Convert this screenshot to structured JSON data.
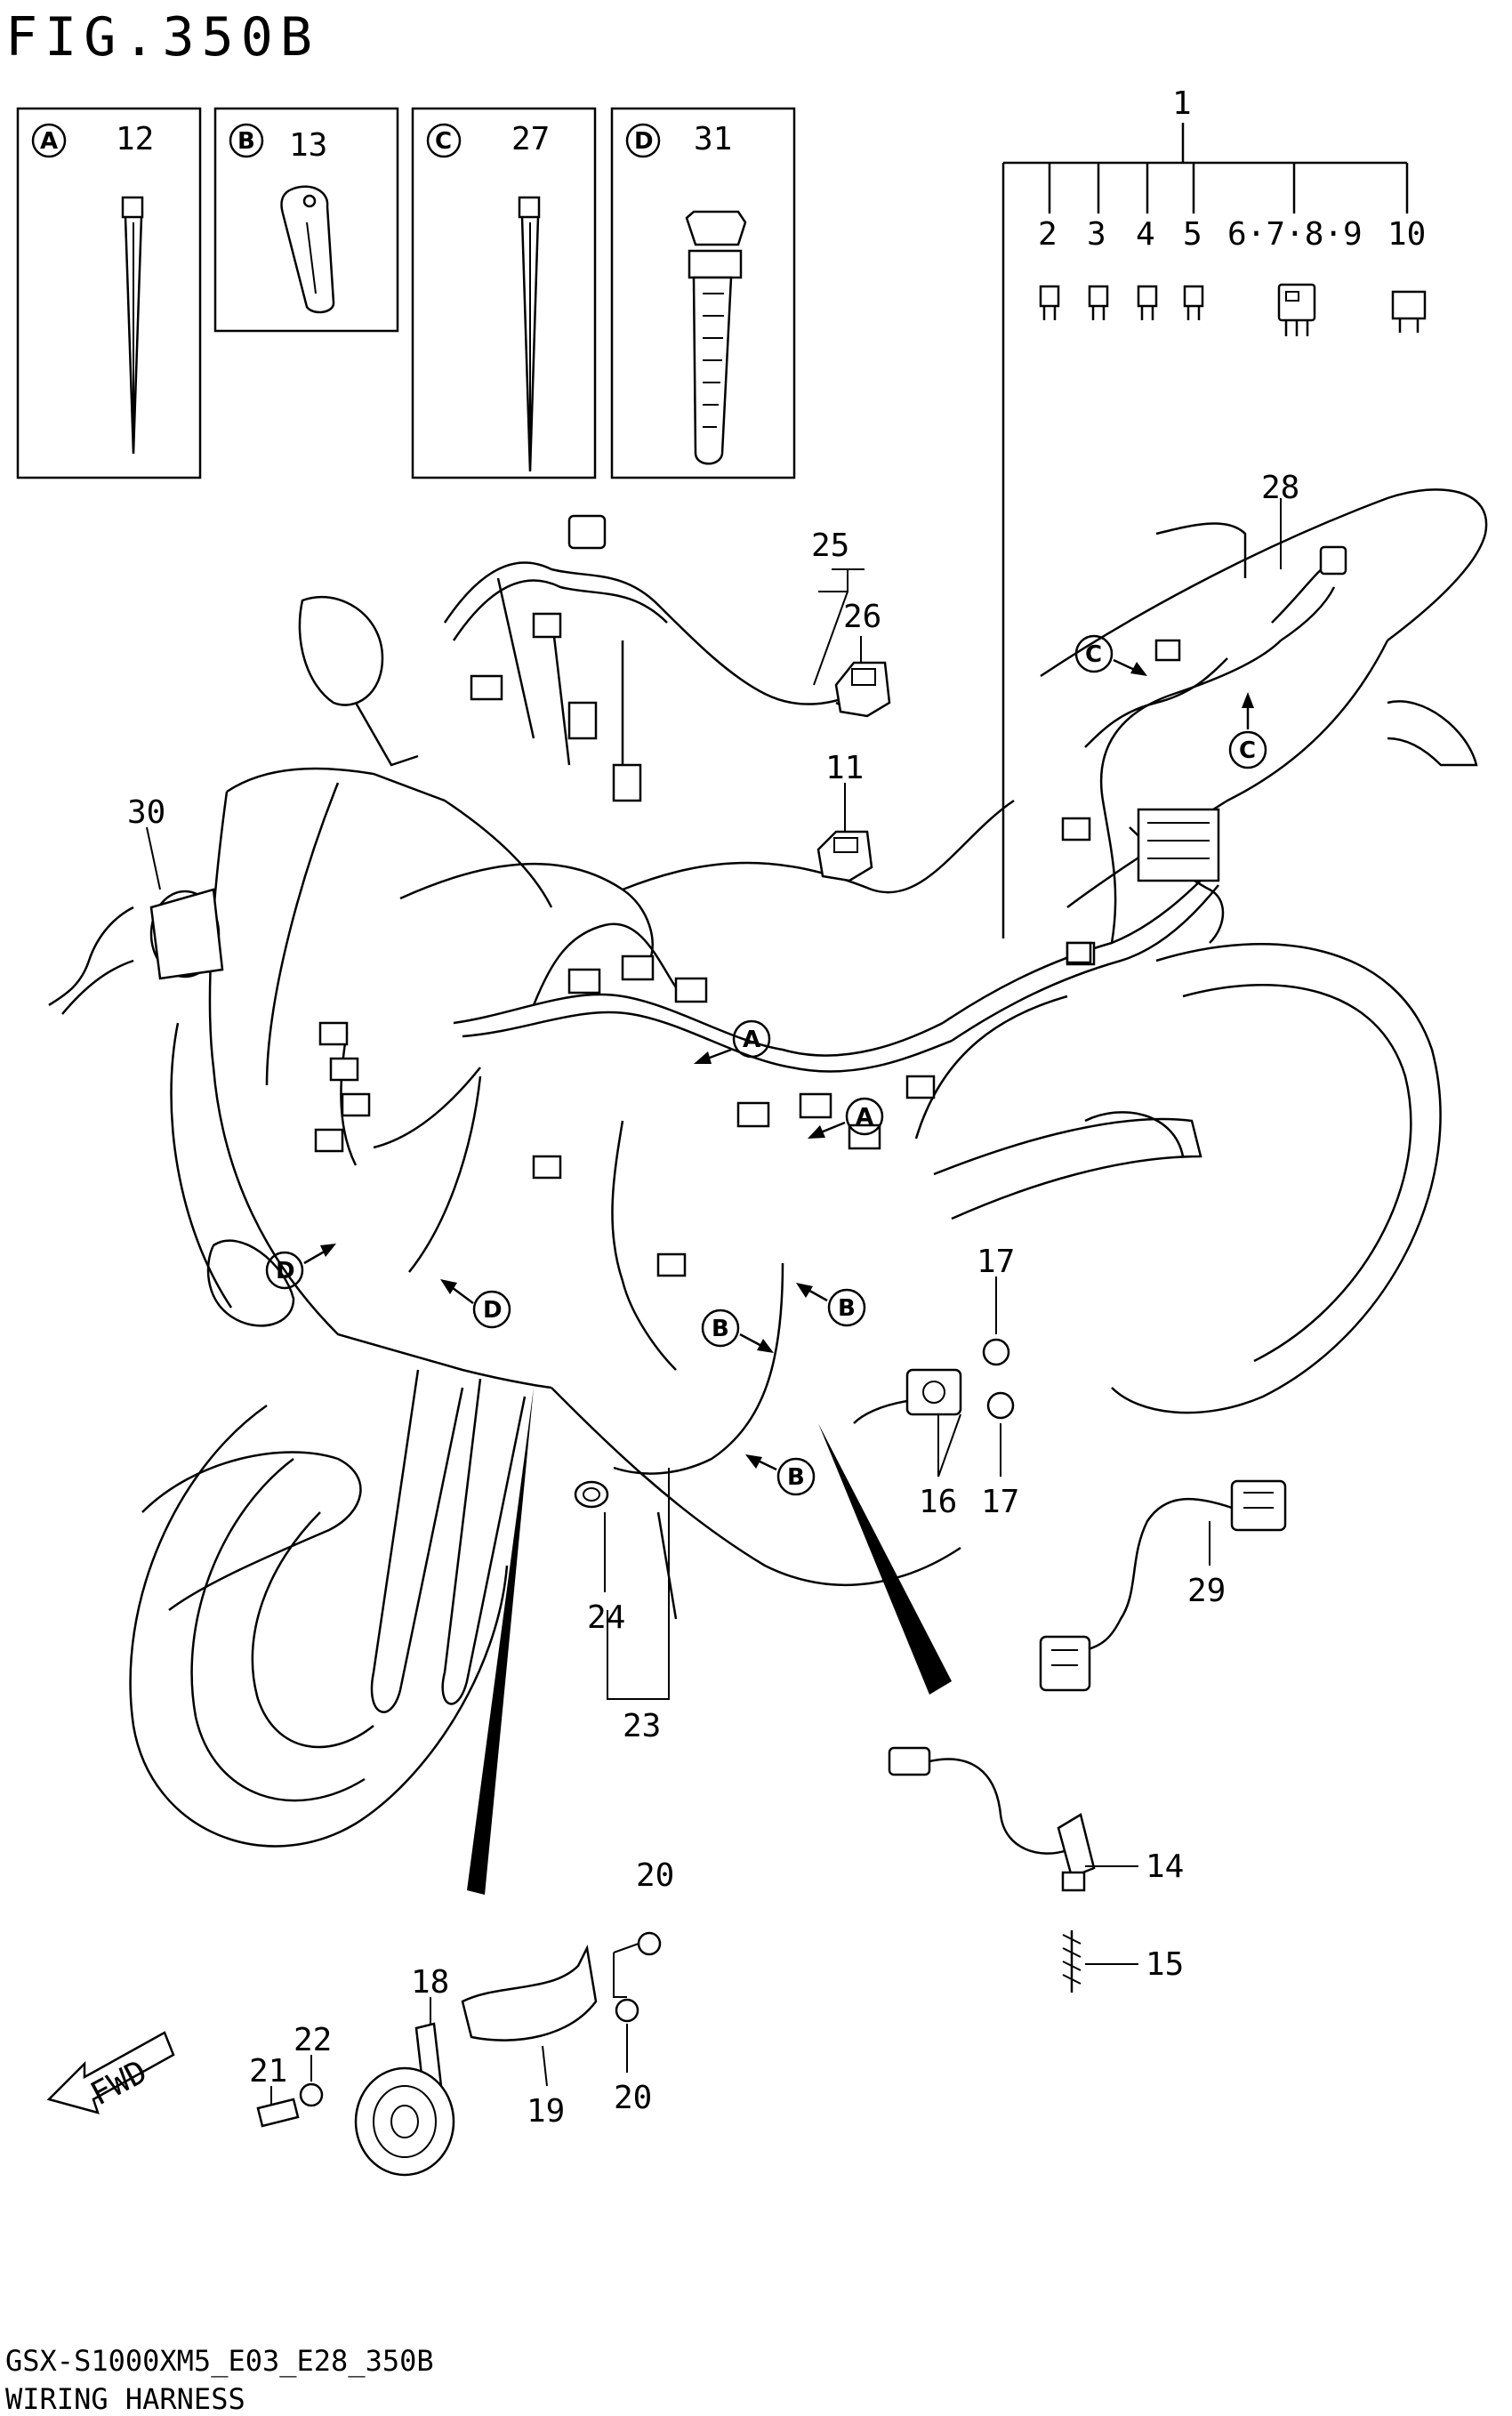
{
  "figure": {
    "title": "FIG.350B",
    "model_code": "GSX-S1000XM5_E03_E28_350B",
    "caption": "WIRING HARNESS",
    "fwd_label": "FWD"
  },
  "insets": [
    {
      "letter": "A",
      "part": "12"
    },
    {
      "letter": "B",
      "part": "13"
    },
    {
      "letter": "C",
      "part": "27"
    },
    {
      "letter": "D",
      "part": "31"
    }
  ],
  "fuse_group": {
    "main": "1",
    "items": [
      "2",
      "3",
      "4",
      "5",
      "6·7·8·9",
      "10"
    ]
  },
  "callouts": {
    "p11": "11",
    "p14": "14",
    "p15": "15",
    "p16": "16",
    "p17a": "17",
    "p17b": "17",
    "p18": "18",
    "p19": "19",
    "p20a": "20",
    "p20b": "20",
    "p21": "21",
    "p22": "22",
    "p23": "23",
    "p24": "24",
    "p25": "25",
    "p26": "26",
    "p28": "28",
    "p29": "29",
    "p30": "30"
  },
  "ref_markers": {
    "a1": "A",
    "a2": "A",
    "b1": "B",
    "b2": "B",
    "b3": "B",
    "c1": "C",
    "c2": "C",
    "d1": "D",
    "d2": "D"
  }
}
